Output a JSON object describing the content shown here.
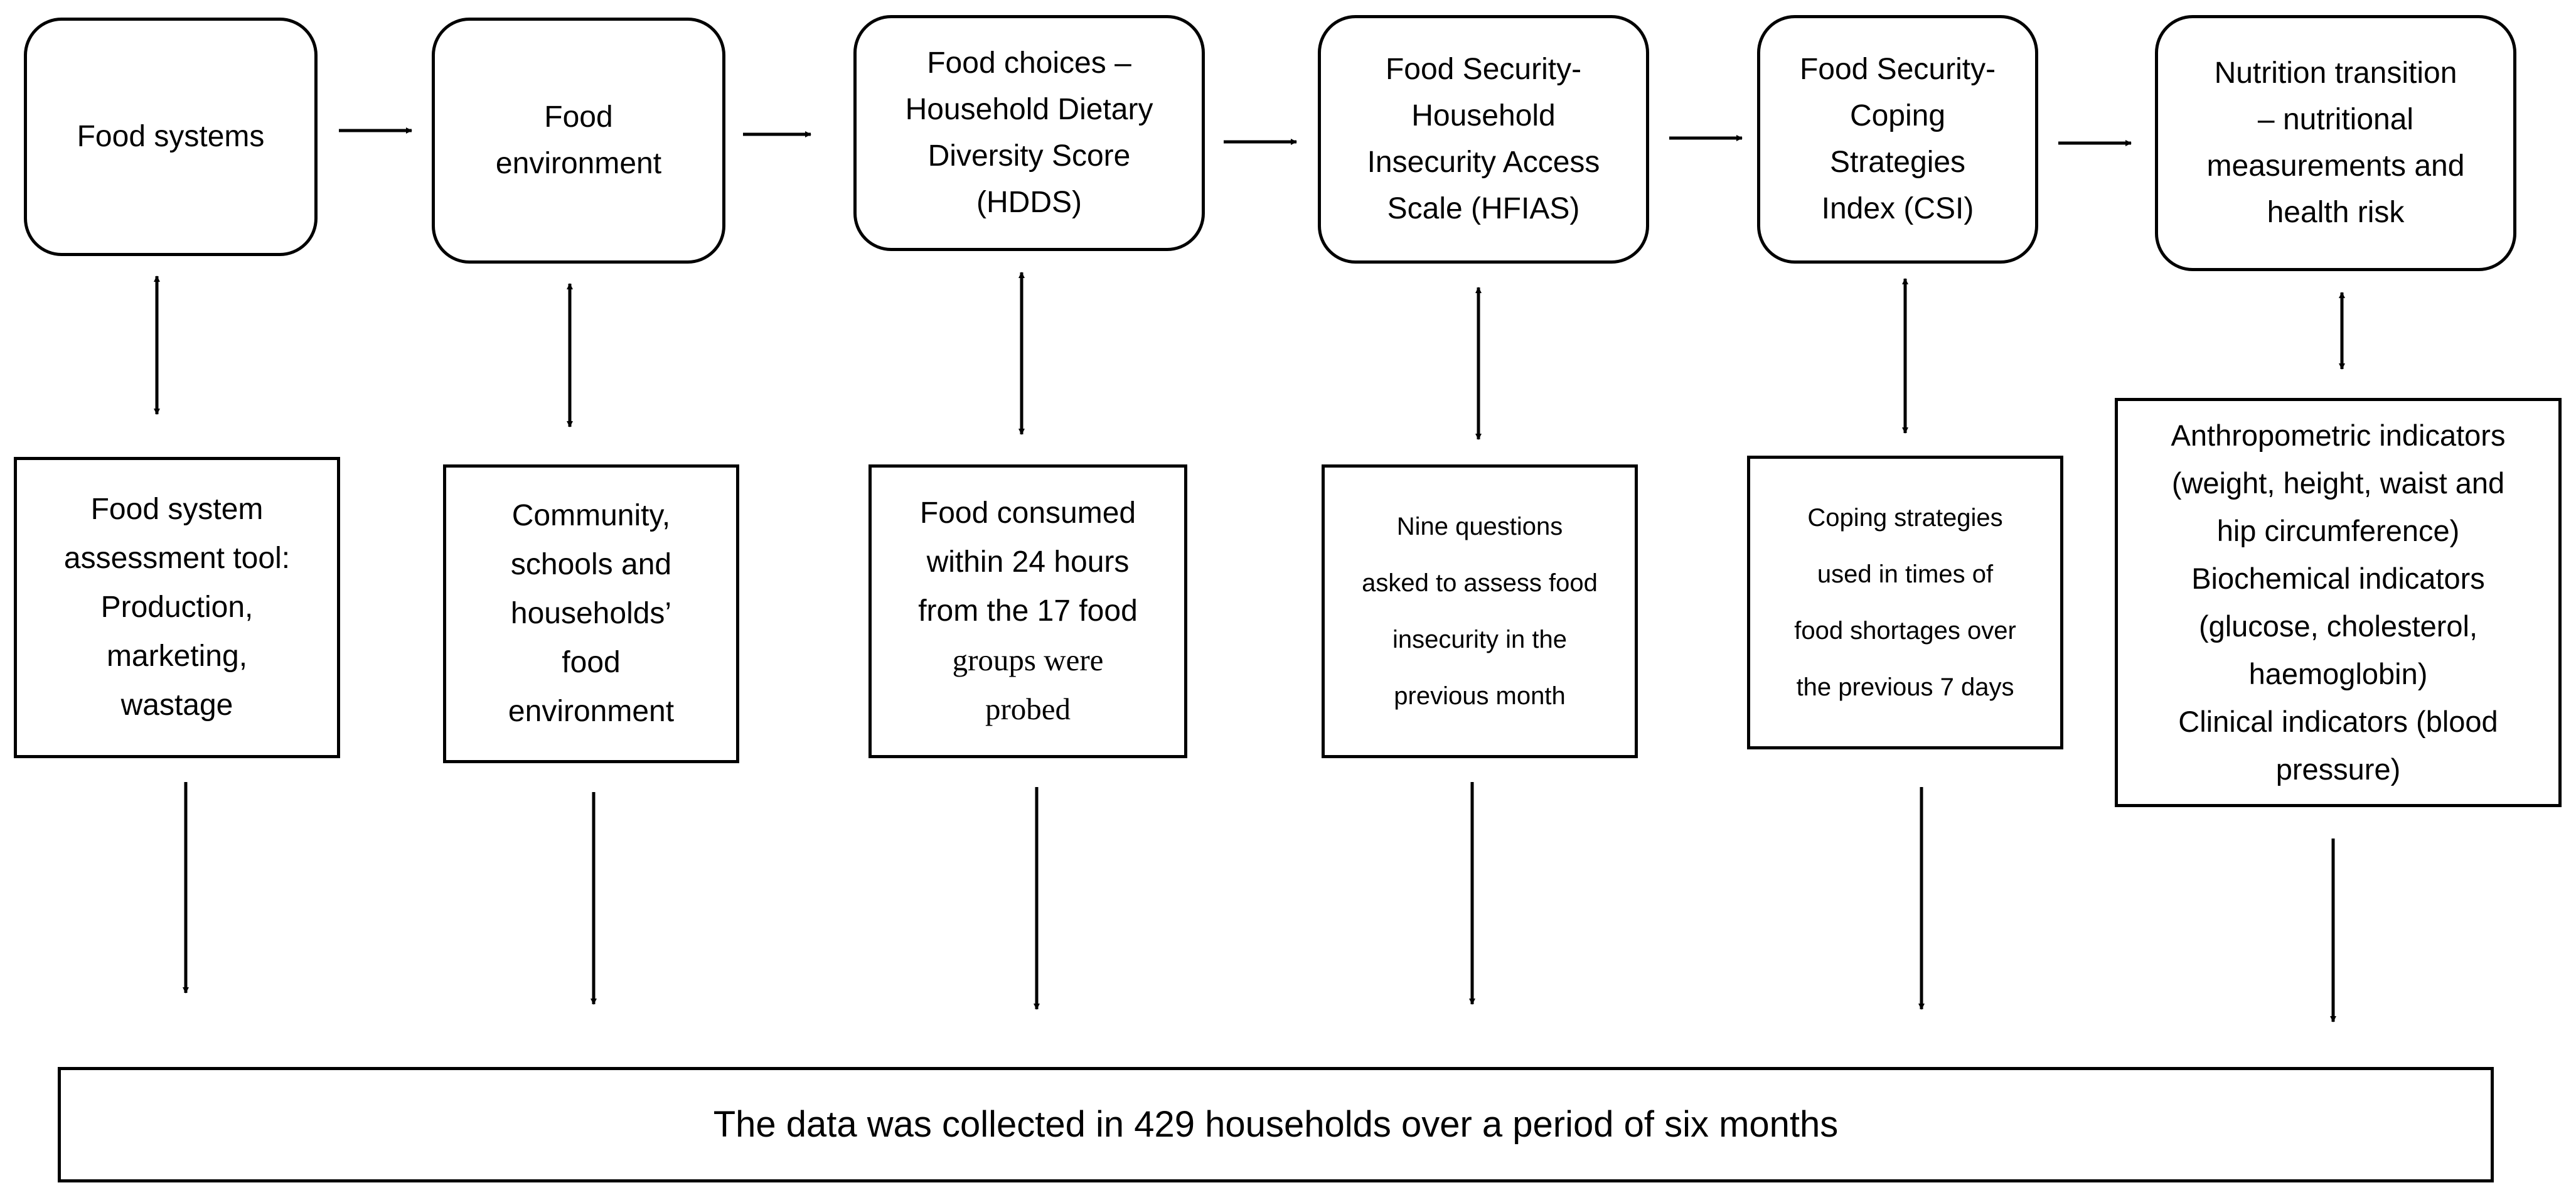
{
  "diagram": {
    "top_boxes": [
      {
        "lines": [
          "Food systems"
        ]
      },
      {
        "lines": [
          "Food",
          "environment"
        ]
      },
      {
        "lines": [
          "Food choices –",
          "Household Dietary",
          "Diversity Score",
          "(HDDS)"
        ]
      },
      {
        "lines": [
          "Food Security-",
          "Household",
          "Insecurity Access",
          "Scale (HFIAS)"
        ]
      },
      {
        "lines": [
          "Food Security-",
          "Coping",
          "Strategies",
          "Index (CSI)"
        ]
      },
      {
        "lines": [
          "Nutrition transition",
          "– nutritional",
          "measurements and",
          "health risk"
        ]
      }
    ],
    "detail_boxes": [
      {
        "lines": [
          "Food system",
          "assessment tool:",
          "Production,",
          "marketing,",
          "wastage"
        ]
      },
      {
        "lines": [
          "Community,",
          "schools and",
          "households’",
          "food",
          "environment"
        ]
      },
      {
        "lines": [
          "Food consumed",
          "within 24 hours",
          "from the 17 food"
        ],
        "serif_lines": [
          "groups were",
          "probed"
        ]
      },
      {
        "lines": [
          "Nine questions",
          "asked to assess food",
          "insecurity in the",
          "previous month"
        ]
      },
      {
        "lines": [
          "Coping strategies",
          "used in times of",
          "food shortages over",
          "the previous 7 days"
        ]
      },
      {
        "lines": [
          "Anthropometric indicators",
          "(weight, height, waist and",
          "hip circumference)",
          "Biochemical indicators",
          "(glucose, cholesterol,",
          "haemoglobin)",
          "Clinical indicators (blood",
          "pressure)"
        ]
      }
    ],
    "footer": {
      "text": "The data was collected in 429 households over a period of six months"
    }
  }
}
